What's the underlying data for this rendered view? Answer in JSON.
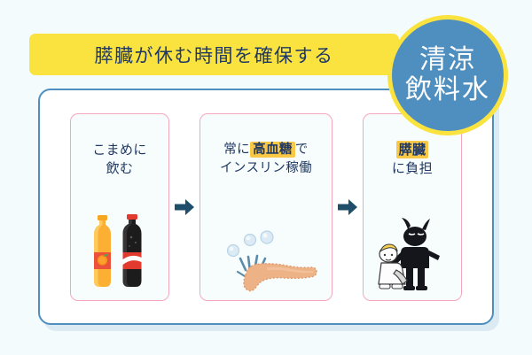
{
  "page": {
    "background_color": "#f4fbfc",
    "language": "ja"
  },
  "title_banner": {
    "text": "膵臓が休む時間を確保する",
    "background_color": "#fae23f",
    "text_color": "#1f3864"
  },
  "badge": {
    "name": "soft-drink-badge",
    "line1": "清涼",
    "line2": "飲料水",
    "fill_color": "#4f8fc0",
    "ring_color": "#fae23f",
    "text_color": "#ffffff"
  },
  "card": {
    "border_color": "#4f8fc0",
    "background_color": "#ffffff"
  },
  "flow": {
    "arrow_color": "#1f4e6b",
    "arrow_glyph": "➡",
    "panel_border_color": "#f4a7bc",
    "panel_background_color": "#f7fdfd",
    "highlight_color": "#f9c845",
    "steps": [
      {
        "id": "step-drink-often",
        "caption_lines": [
          "こまめに",
          "飲む"
        ],
        "highlight": null,
        "illustration": "two-soda-bottles",
        "illustration_label": "オレンジジュースとコーラのペットボトル"
      },
      {
        "id": "step-high-blood-sugar",
        "caption_lines": [
          "常に 高血糖 で",
          "インスリン稼働"
        ],
        "highlight": "高血糖",
        "caption_before": "常に",
        "caption_after": "で",
        "caption_second_line": "インスリン稼働",
        "illustration": "pancreas-releasing-insulin",
        "illustration_label": "膵臓からインスリンが分泌される図"
      },
      {
        "id": "step-pancreas-burden",
        "caption_lines": [
          "膵臓",
          "に負担"
        ],
        "highlight": "膵臓",
        "caption_second_line": "に負担",
        "illustration": "exhausted-person-and-oni",
        "illustration_label": "疲弊した人と黒い鬼"
      }
    ]
  }
}
